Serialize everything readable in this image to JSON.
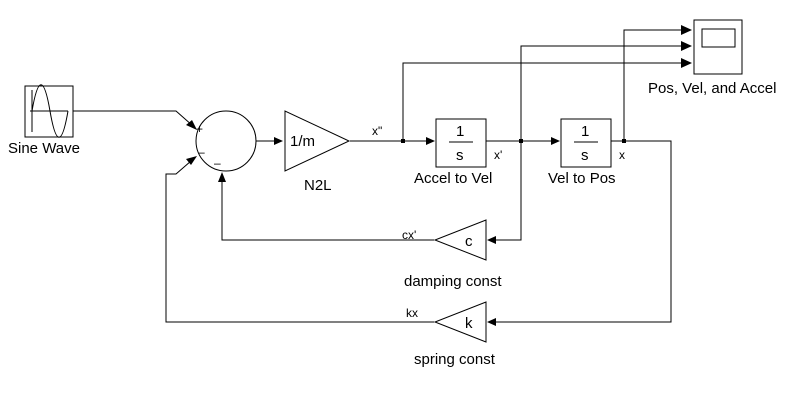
{
  "colors": {
    "line": "#000000",
    "background": "#ffffff",
    "scope_screen": "#ffffff"
  },
  "blocks": {
    "sine_wave": {
      "label": "Sine Wave",
      "icon": "sine-wave-icon"
    },
    "sum": {
      "sign_plus": "+",
      "sign_minus_left": "–",
      "sign_minus_bottom": "–"
    },
    "n2l": {
      "gain": "1/m",
      "label": "N2L"
    },
    "accel_to_vel": {
      "numerator": "1",
      "denominator": "s",
      "label": "Accel to Vel"
    },
    "vel_to_pos": {
      "numerator": "1",
      "denominator": "s",
      "label": "Vel to Pos"
    },
    "scope": {
      "label": "Pos, Vel, and Accel",
      "icon": "scope-icon"
    },
    "damping": {
      "gain": "c",
      "label": "damping const"
    },
    "spring": {
      "gain": "k",
      "label": "spring const"
    }
  },
  "signals": {
    "accel": "x\"",
    "vel": "x'",
    "pos": "x",
    "damping_force": "cx'",
    "spring_force": "kx"
  }
}
